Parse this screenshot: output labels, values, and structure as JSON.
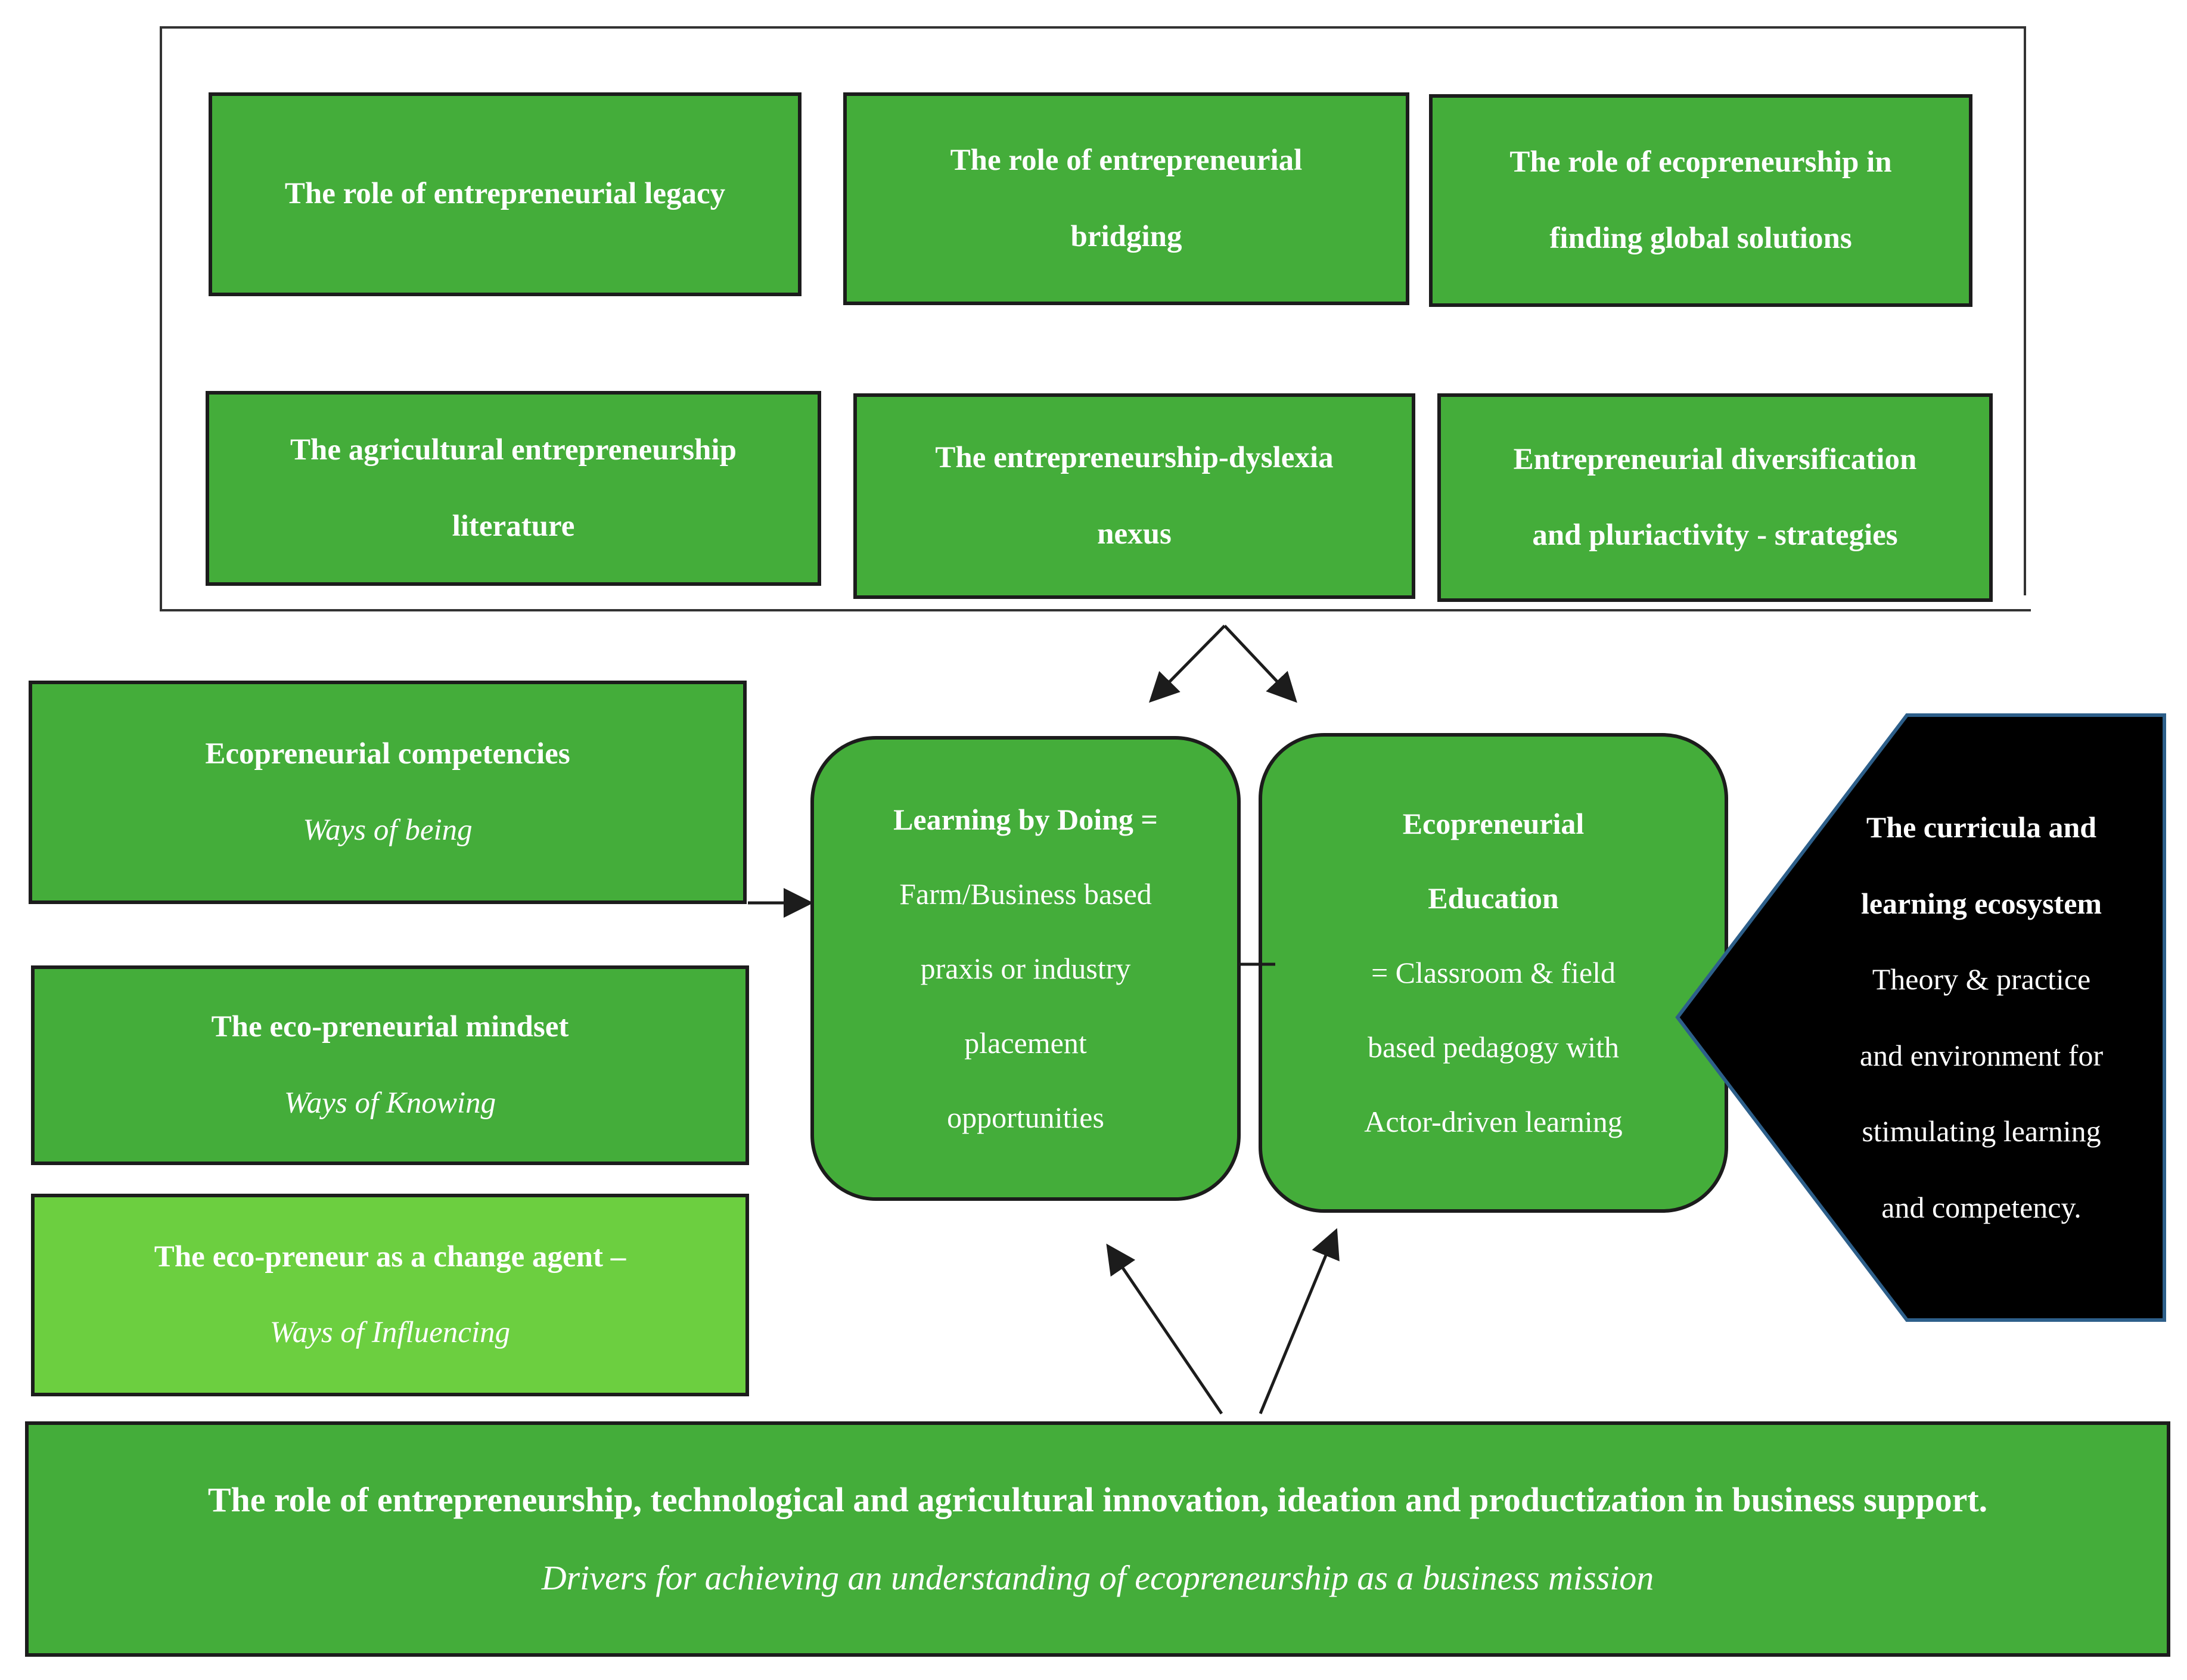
{
  "top_topics": [
    {
      "lines": [
        "The role of entrepreneurial legacy"
      ]
    },
    {
      "lines": [
        "The role of entrepreneurial",
        "bridging"
      ]
    },
    {
      "lines": [
        "The role of ecopreneurship in",
        "finding global solutions"
      ]
    },
    {
      "lines": [
        "The agricultural entrepreneurship",
        "literature"
      ]
    },
    {
      "lines": [
        "The entrepreneurship-dyslexia",
        "nexus"
      ]
    },
    {
      "lines": [
        "Entrepreneurial diversification",
        "and pluriactivity - strategies"
      ]
    }
  ],
  "left_boxes": [
    {
      "title": "Ecopreneurial competencies",
      "subtitle": "Ways of being"
    },
    {
      "title": "The eco-preneurial mindset",
      "subtitle": "Ways of Knowing"
    },
    {
      "title": "The eco-preneur as a change agent –",
      "subtitle": "Ways of Influencing"
    }
  ],
  "center_left": {
    "title": "Learning by Doing =",
    "lines": [
      "Farm/Business based",
      "praxis or industry",
      "placement",
      "opportunities"
    ]
  },
  "center_right": {
    "title_lines": [
      "Ecopreneurial",
      "Education"
    ],
    "lines": [
      "= Classroom & field",
      "based pedagogy with",
      "Actor-driven learning"
    ]
  },
  "right_hexagon": {
    "title_lines": [
      "The curricula and",
      "learning ecosystem"
    ],
    "lines": [
      "Theory & practice",
      "and environment for",
      "stimulating learning",
      "and competency."
    ]
  },
  "bottom_box": {
    "title": "The role of entrepreneurship, technological and agricultural innovation, ideation and productization in business support.",
    "subtitle": "Drivers for achieving an understanding of ecopreneurship as a business mission"
  },
  "colors": {
    "box_green": "#44ad3a",
    "light_green": "#6ccf40",
    "hexagon_fill": "#000000",
    "hexagon_border": "#2d5f8a",
    "text": "#ffffff"
  }
}
